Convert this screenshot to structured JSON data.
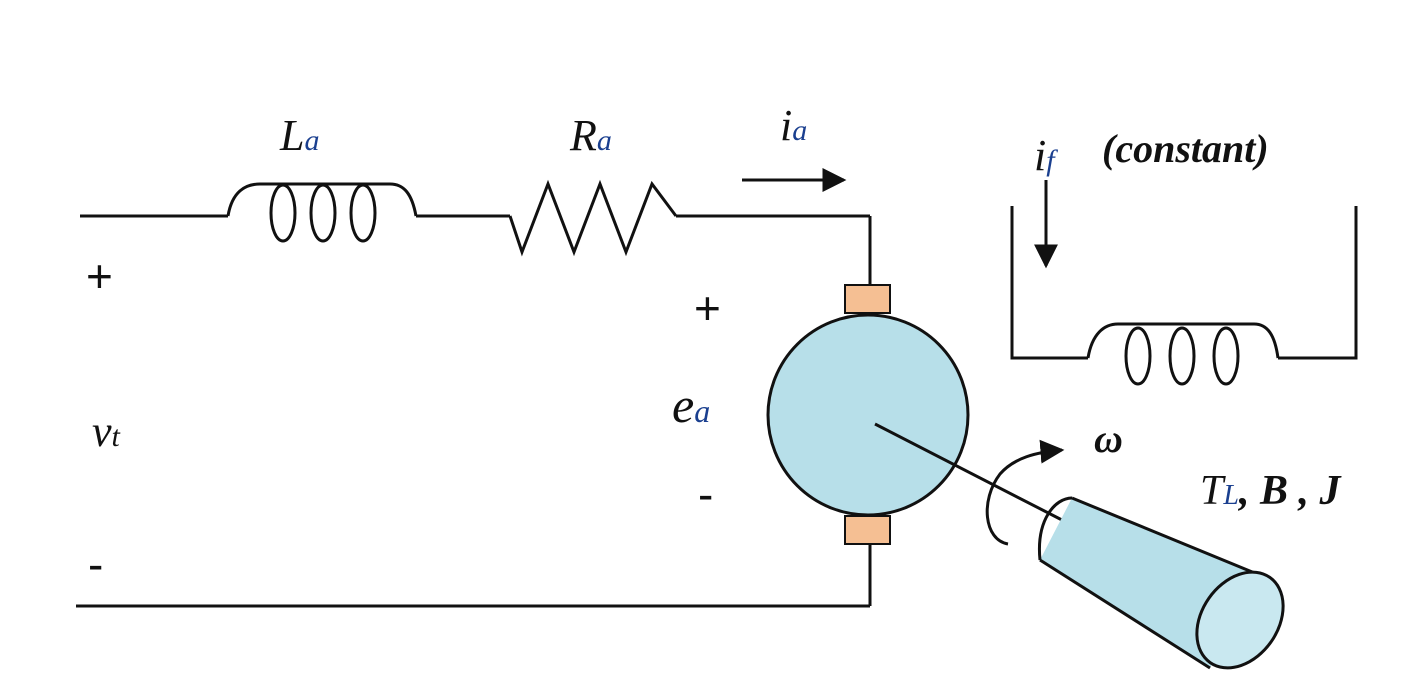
{
  "labels": {
    "inductor_a": {
      "main": "L",
      "sub": "a"
    },
    "resistor_a": {
      "main": "R",
      "sub": "a"
    },
    "current_a": {
      "main": "i",
      "sub": "a"
    },
    "current_f": {
      "main": "i",
      "sub": "f",
      "note": "(constant)"
    },
    "terminal_voltage": {
      "main": "v",
      "sub": "t"
    },
    "back_emf": {
      "main": "e",
      "sub": "a"
    },
    "speed": "ω",
    "load": {
      "T": "T",
      "T_sub": "L",
      "sep1": ", ",
      "B": "B",
      "sep2": " , ",
      "J": "J"
    },
    "plus_left": "+",
    "minus_left": "-",
    "plus_motor": "+",
    "minus_motor": "-"
  },
  "colors": {
    "motor_body": "#b7dfe9",
    "brush": "#f5bf93",
    "subscript": "#1a3f8f",
    "wire": "#111111"
  }
}
